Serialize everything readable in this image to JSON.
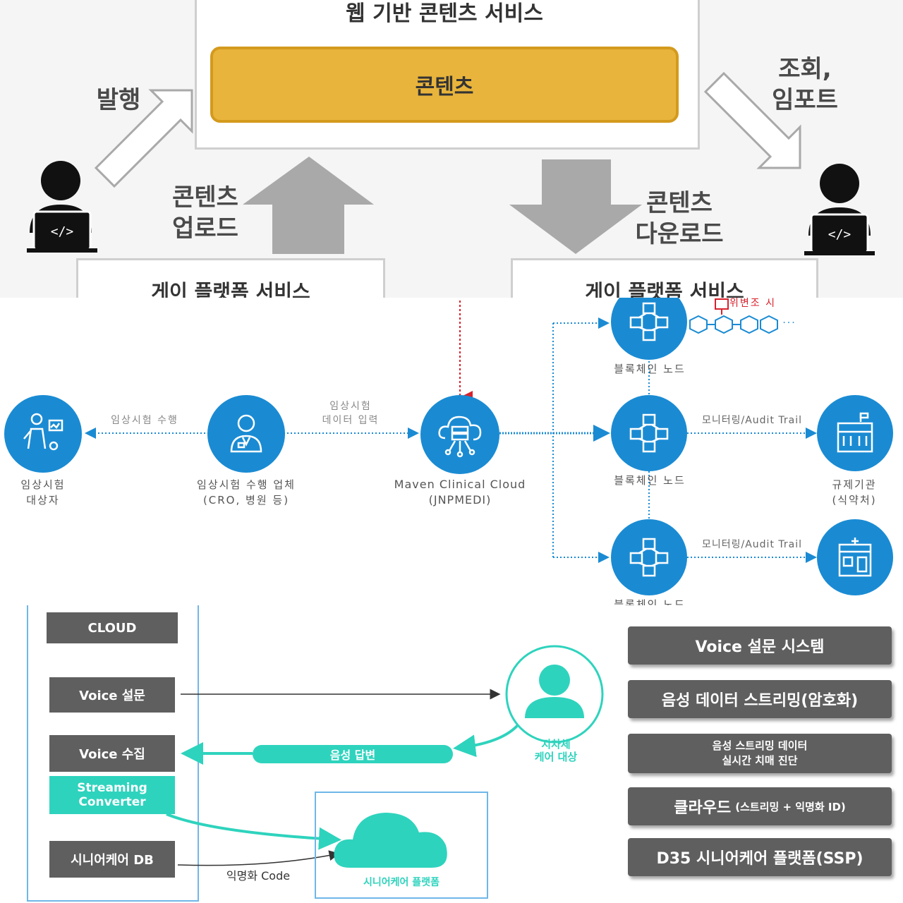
{
  "top": {
    "service_title": "웹 기반 콘텐츠 서비스",
    "content_label": "콘텐츠",
    "publish_label": "발행",
    "view_import_label": "조회,\n임포트",
    "upload_label": "콘텐츠\n업로드",
    "download_label": "콘텐츠\n다운로드",
    "platform_left": "게이 플랫폼 서비스",
    "platform_right": "게이 플랫폼 서비스",
    "colors": {
      "content_fill": "#e8b43c",
      "arrow_gray": "#a9a9a9"
    },
    "icons": [
      "developer-laptop-icon",
      "developer-laptop-icon"
    ]
  },
  "mid": {
    "nodes": {
      "subject": {
        "label_line1": "임상시험",
        "label_line2": "대상자",
        "icon": "patient-icon"
      },
      "cro": {
        "label_line1": "임상시험 수행 업체",
        "label_line2": "(CRO, 병원 등)",
        "icon": "doctor-icon"
      },
      "cloud": {
        "label_line1": "Maven Clinical Cloud",
        "label_line2": "(JNPMEDI)",
        "icon": "cloud-server-icon"
      },
      "bc_node_1": {
        "label": "블록체인 노드",
        "icon": "blockchain-icon"
      },
      "bc_node_2": {
        "label": "블록체인 노드",
        "icon": "blockchain-icon"
      },
      "bc_node_3": {
        "label": "블록체인 노드",
        "icon": "blockchain-icon"
      },
      "regulator": {
        "label_line1": "규제기관",
        "label_line2": "(식약처)",
        "icon": "government-building-icon"
      },
      "hospital": {
        "icon": "hospital-icon"
      }
    },
    "edges": {
      "subject_cro": "임상시험 수행",
      "cro_cloud_line1": "임상시험",
      "cro_cloud_line2": "데이터 입력",
      "monitor_1": "모니터링/Audit Trail",
      "monitor_2": "모니터링/Audit Trail",
      "chain_prefix": "위변조 시",
      "chain_ellipsis": "···"
    },
    "colors": {
      "node_blue": "#1a8bd3",
      "alert_red": "#d8222c"
    }
  },
  "bot": {
    "left": {
      "cloud": "CLOUD",
      "voice_survey": "Voice 설문",
      "voice_collect": "Voice 수집",
      "streaming_line1": "Streaming",
      "streaming_line2": "Converter",
      "senior_db": "시니어케어 DB"
    },
    "voice_answer": "음성 답변",
    "care_target_line1": "지차체",
    "care_target_line2": "케어 대상",
    "anon_code": "익명화 Code",
    "senior_platform": "시니어케어 플랫폼",
    "right": {
      "item_1": "Voice 설문 시스템",
      "item_2": "음성 데이터 스트리밍(암호화)",
      "item_3_line1": "음성 스트리밍 데이터",
      "item_3_line2": "실시간 치매 진단",
      "item_4_main": "클라우드",
      "item_4_sub": "(스트리밍 + 익명화 ID)",
      "item_5": "D35 시니어케어 플랫폼(SSP)"
    },
    "colors": {
      "teal": "#2ed3bd",
      "box_gray": "#5f5f5f"
    },
    "icons": [
      "person-silhouette-icon",
      "cloud-icon"
    ]
  }
}
